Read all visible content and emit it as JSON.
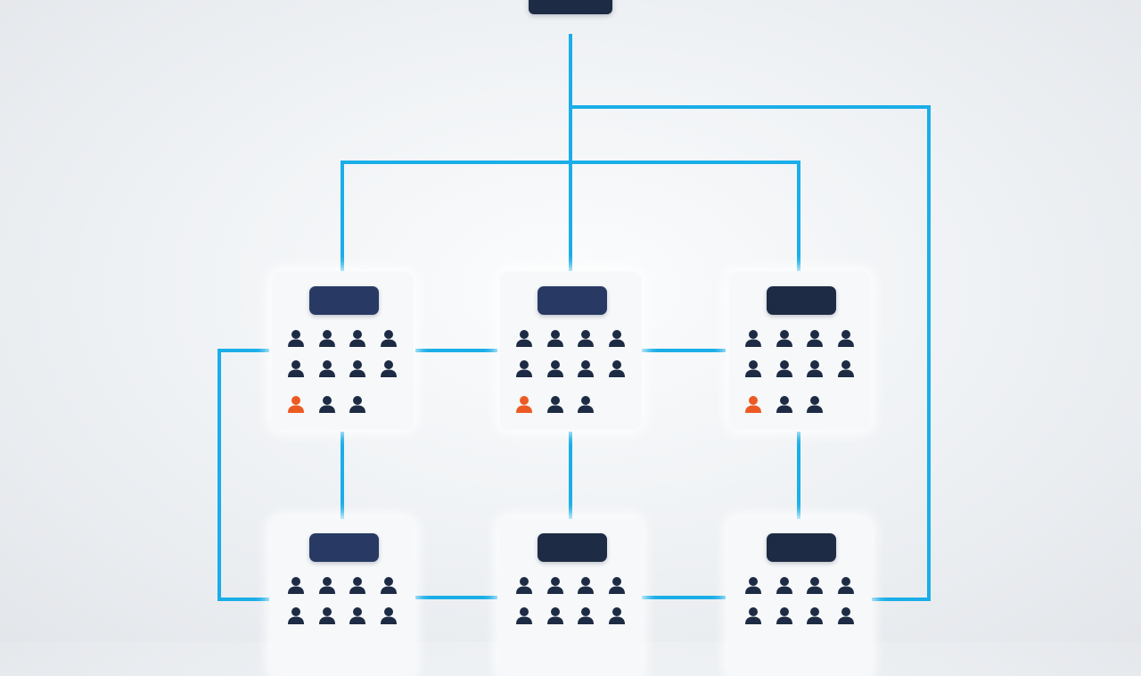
{
  "colors": {
    "connector": "#1aaee8",
    "header": "#1e2b44",
    "header_alt": "#283a64",
    "person": "#1e2b44",
    "person_highlight": "#ec5a24",
    "card": "#f6f8fa"
  },
  "icon": "person-icon",
  "top_node": {
    "label": ""
  },
  "teams": [
    {
      "id": "team-row1-left",
      "header_color": "#283a64",
      "members": [
        "n",
        "n",
        "n",
        "n",
        "n",
        "n",
        "n",
        "n",
        "h",
        "n",
        "n"
      ]
    },
    {
      "id": "team-row1-center",
      "header_color": "#283a64",
      "members": [
        "n",
        "n",
        "n",
        "n",
        "n",
        "n",
        "n",
        "n",
        "h",
        "n",
        "n"
      ]
    },
    {
      "id": "team-row1-right",
      "header_color": "#1e2b44",
      "members": [
        "n",
        "n",
        "n",
        "n",
        "n",
        "n",
        "n",
        "n",
        "h",
        "n",
        "n"
      ]
    },
    {
      "id": "team-row2-left",
      "header_color": "#283a64",
      "members": [
        "n",
        "n",
        "n",
        "n",
        "n",
        "n",
        "n",
        "n"
      ]
    },
    {
      "id": "team-row2-center",
      "header_color": "#1e2b44",
      "members": [
        "n",
        "n",
        "n",
        "n",
        "n",
        "n",
        "n",
        "n"
      ]
    },
    {
      "id": "team-row2-right",
      "header_color": "#1e2b44",
      "members": [
        "n",
        "n",
        "n",
        "n",
        "n",
        "n",
        "n",
        "n"
      ]
    }
  ]
}
